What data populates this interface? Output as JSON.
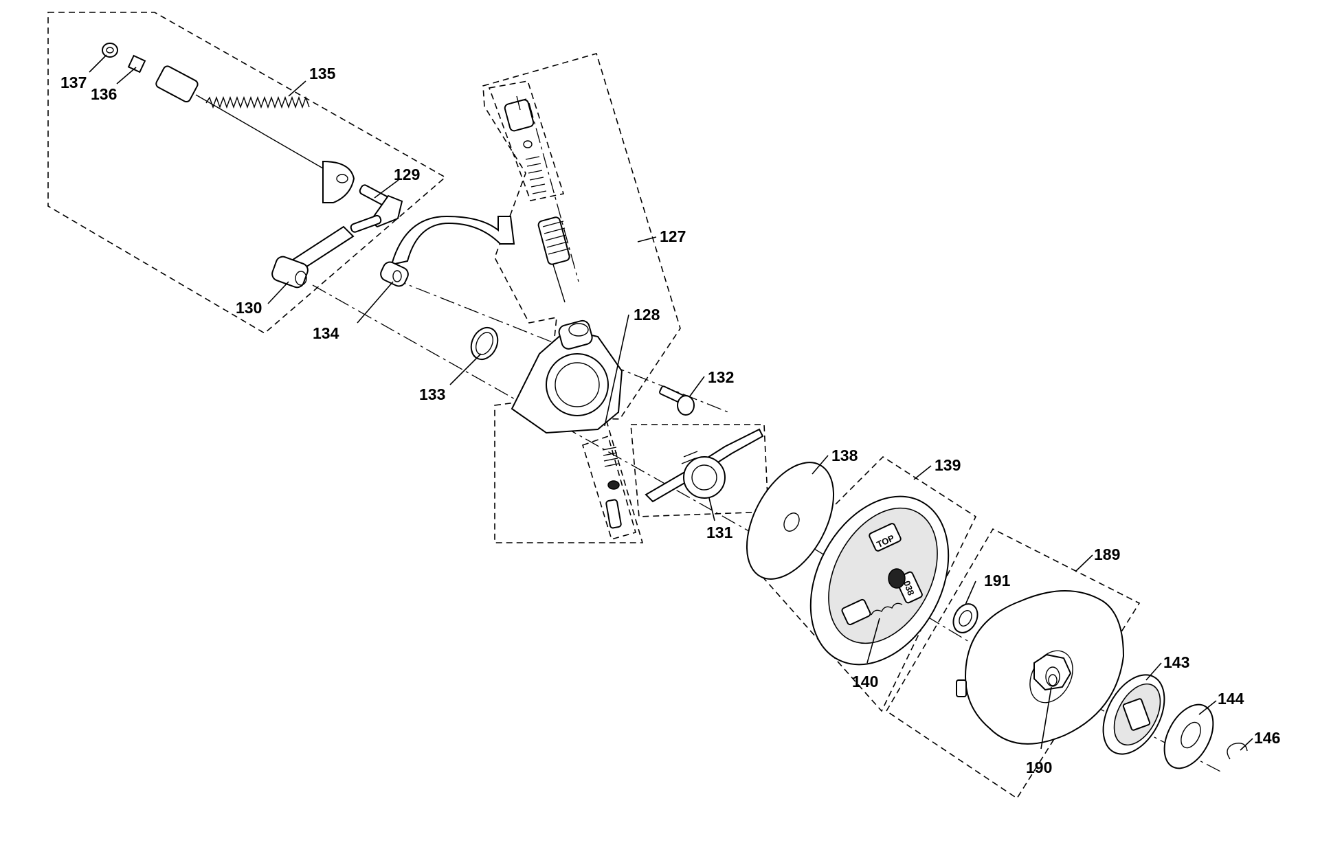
{
  "callouts": [
    {
      "id": "137",
      "label": "137"
    },
    {
      "id": "136",
      "label": "136"
    },
    {
      "id": "135",
      "label": "135"
    },
    {
      "id": "129",
      "label": "129"
    },
    {
      "id": "130",
      "label": "130"
    },
    {
      "id": "134",
      "label": "134"
    },
    {
      "id": "133",
      "label": "133"
    },
    {
      "id": "127",
      "label": "127"
    },
    {
      "id": "128",
      "label": "128"
    },
    {
      "id": "132",
      "label": "132"
    },
    {
      "id": "131",
      "label": "131"
    },
    {
      "id": "138",
      "label": "138"
    },
    {
      "id": "139",
      "label": "139"
    },
    {
      "id": "189",
      "label": "189"
    },
    {
      "id": "191",
      "label": "191"
    },
    {
      "id": "140",
      "label": "140"
    },
    {
      "id": "190",
      "label": "190"
    },
    {
      "id": "143",
      "label": "143"
    },
    {
      "id": "144",
      "label": "144"
    },
    {
      "id": "146",
      "label": "146"
    }
  ],
  "stamps": {
    "clutch_top": "TOP",
    "clutch_code": "038"
  }
}
